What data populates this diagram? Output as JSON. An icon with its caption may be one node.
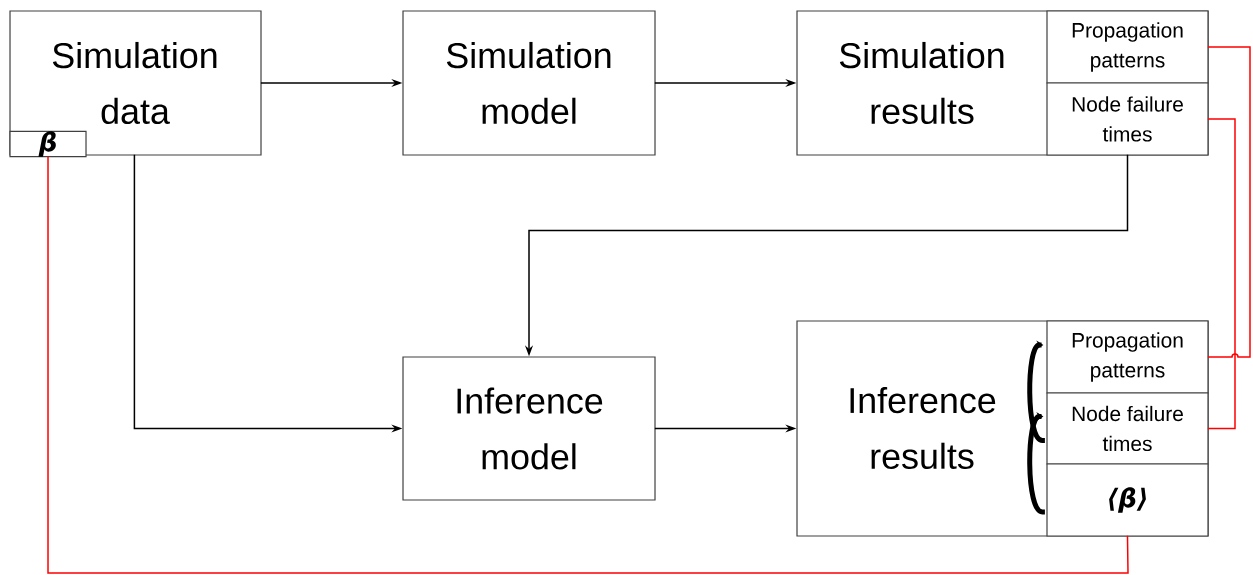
{
  "diagram": {
    "nodes": [
      {
        "text": [
          "Simulation data"
        ]
      },
      {
        "text": [
          "β"
        ],
        "in": 0
      },
      {
        "text": [
          "Simulation model"
        ]
      },
      {
        "text": [
          "Simulation results"
        ]
      },
      {
        "text": [
          "Propagation patterns"
        ],
        "in": 3
      },
      {
        "text": [
          "Node failure times"
        ],
        "in": 3
      },
      {
        "text": [
          "Inference model"
        ]
      },
      {
        "text": [
          "Inference results"
        ]
      },
      {
        "text": [
          "Propagation patterns"
        ],
        "in": 7
      },
      {
        "text": [
          "Node failure times"
        ],
        "in": 7
      },
      {
        "text": [
          "⟨β⟩"
        ],
        "in": 7
      }
    ],
    "edges": [
      {
        "from": 0,
        "to": 2,
        "arrow": "to"
      },
      {
        "from": 2,
        "to": 3,
        "arrow": "to"
      },
      {
        "from": 0,
        "to": 6,
        "arrow": "to"
      },
      {
        "from": 5,
        "to": 6,
        "arrow": "to"
      },
      {
        "from": 6,
        "to": 7,
        "arrow": "to"
      },
      {
        "from": 4,
        "to": 8,
        "arrow": "none",
        "color": "#ff0000"
      },
      {
        "from": 5,
        "to": 9,
        "arrow": "none",
        "color": "#ff0000"
      },
      {
        "from": 10,
        "to": 1,
        "arrow": "none",
        "color": "#ff0000"
      },
      {
        "from": 9,
        "to": 8,
        "arrow": "to",
        "style": "thick"
      },
      {
        "from": 10,
        "to": 9,
        "arrow": "to",
        "style": "thick"
      }
    ]
  }
}
